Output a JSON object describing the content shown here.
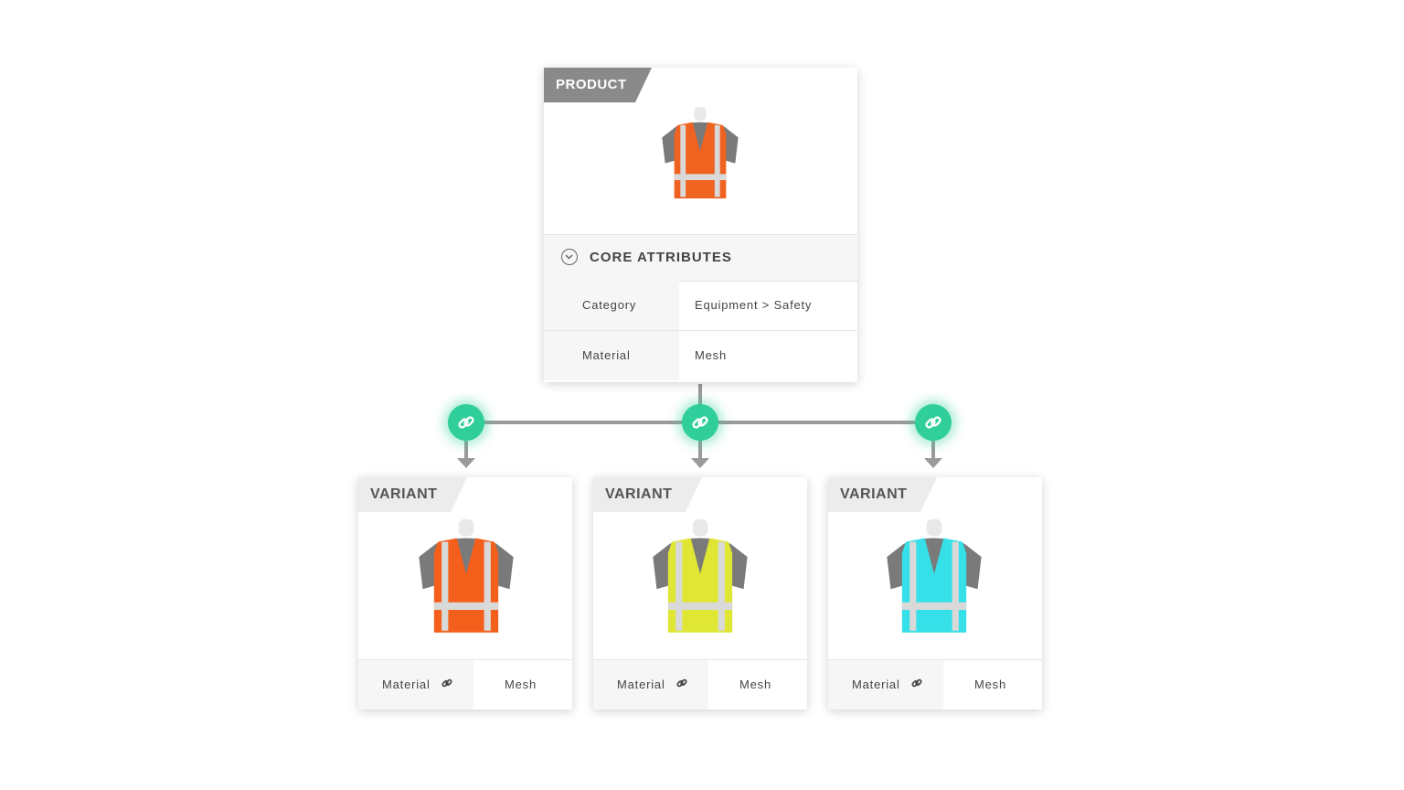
{
  "product": {
    "tag": "PRODUCT",
    "image_color": "#f0621f",
    "core_title": "CORE ATTRIBUTES",
    "attributes": [
      {
        "label": "Category",
        "value": "Equipment > Safety"
      },
      {
        "label": "Material",
        "value": "Mesh"
      }
    ]
  },
  "variants": [
    {
      "tag": "VARIANT",
      "color": "#f4601c",
      "attr_label": "Material",
      "attr_value": "Mesh"
    },
    {
      "tag": "VARIANT",
      "color": "#dfe634",
      "attr_label": "Material",
      "attr_value": "Mesh"
    },
    {
      "tag": "VARIANT",
      "color": "#35e0e8",
      "attr_label": "Material",
      "attr_value": "Mesh"
    }
  ],
  "colors": {
    "connector": "#9a9a9a",
    "link_node": "#2fce9a",
    "product_tag": "#8a8a8a",
    "variant_tag": "#ececec"
  },
  "icons": {
    "collapse": "chevron-circle-icon",
    "link": "chain-link-icon",
    "arrow": "arrow-down-icon"
  }
}
